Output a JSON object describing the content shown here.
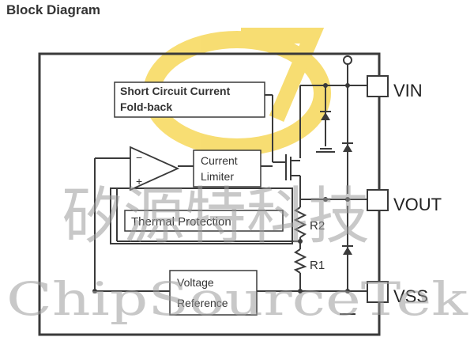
{
  "page": {
    "title": "Block Diagram"
  },
  "blocks": {
    "short_circuit": {
      "line1": "Short Circuit Current",
      "line2": "Fold-back"
    },
    "current_limiter": {
      "line1": "Current",
      "line2": "Limiter"
    },
    "thermal": "Thermal Protection",
    "voltage_ref": {
      "line1": "Voltage",
      "line2": "Reference"
    },
    "amp_minus": "−",
    "amp_plus": "+"
  },
  "pins": {
    "vin": "VIN",
    "vout": "VOUT",
    "vss": "VSS"
  },
  "resistors": {
    "r1": "R1",
    "r2": "R2"
  },
  "watermark": {
    "cn": "矽源特科技",
    "en": "ChipSourceTek"
  },
  "colors": {
    "line": "#3a3a3a",
    "logo": "#f2c200",
    "watermark": "#c8c8c8"
  }
}
